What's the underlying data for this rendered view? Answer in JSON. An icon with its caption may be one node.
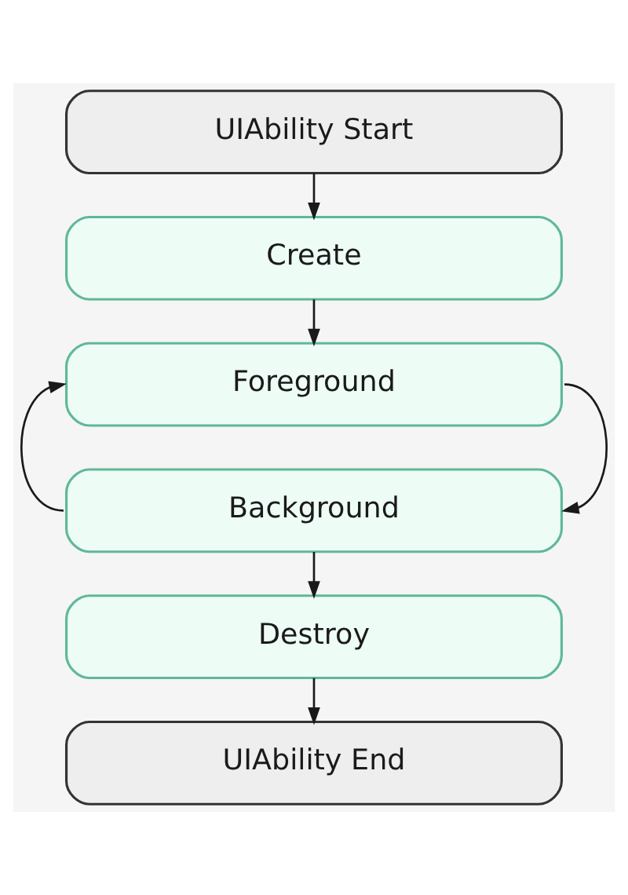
{
  "diagram": {
    "nodes": [
      {
        "text": [
          "UIAbility Start"
        ]
      },
      {
        "text": [
          "Create"
        ]
      },
      {
        "text": [
          "Foreground"
        ]
      },
      {
        "text": [
          "Background"
        ]
      },
      {
        "text": [
          "Destroy"
        ]
      },
      {
        "text": [
          "UIAbility End"
        ]
      }
    ],
    "edges": [
      {
        "from": 0,
        "to": 1,
        "arrow": "to"
      },
      {
        "from": 1,
        "to": 2,
        "arrow": "to"
      },
      {
        "from": 2,
        "to": 3,
        "arrow": "to"
      },
      {
        "from": 3,
        "to": 2,
        "arrow": "to"
      },
      {
        "from": 3,
        "to": 4,
        "arrow": "to"
      },
      {
        "from": 4,
        "to": 5,
        "arrow": "to"
      }
    ]
  }
}
